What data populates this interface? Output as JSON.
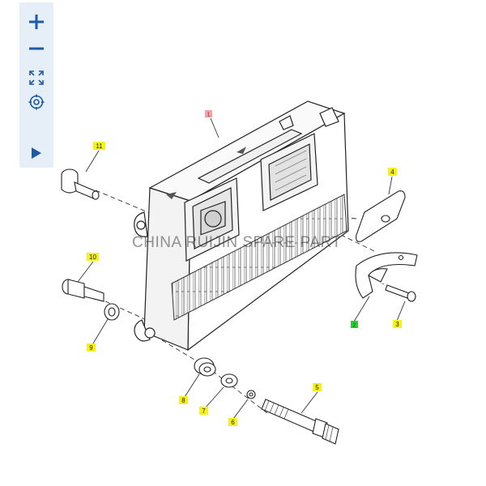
{
  "toolbar": {
    "buttons": [
      {
        "name": "zoom-in",
        "icon": "plus-icon"
      },
      {
        "name": "zoom-out",
        "icon": "minus-icon"
      },
      {
        "name": "fit-to-screen",
        "icon": "expand-arrows-icon"
      },
      {
        "name": "reset-view",
        "icon": "target-icon"
      },
      {
        "name": "next",
        "icon": "play-icon"
      }
    ],
    "icon_color": "#1f5aa6",
    "background": "#e6eef8"
  },
  "watermark": "CHINA RUIJIN SPARE PART",
  "callouts": {
    "c1": "1",
    "c2": "2",
    "c3": "3",
    "c4": "4",
    "c5": "5",
    "c6": "6",
    "c7": "7",
    "c8": "8",
    "c9": "9",
    "c10": "10",
    "c11": "11"
  },
  "colors": {
    "callout_yellow": "#f4f21a",
    "callout_red": "#f4a0a8",
    "callout_green": "#2ecc40",
    "line": "#333333"
  }
}
